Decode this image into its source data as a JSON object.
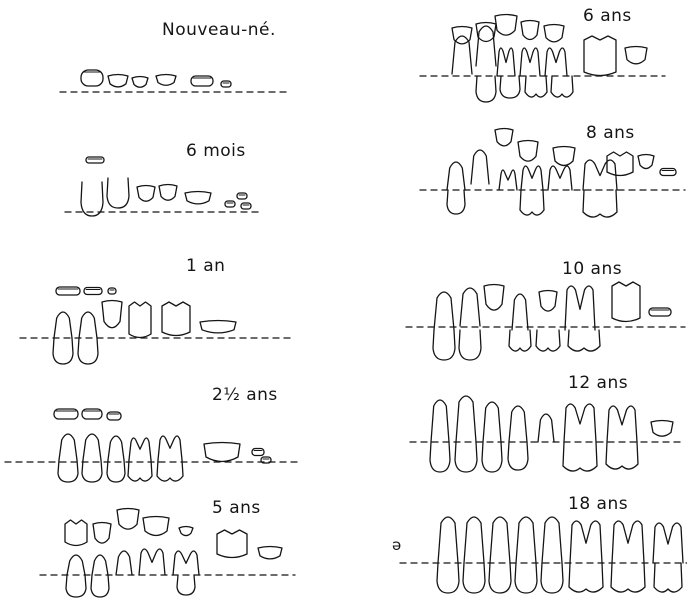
{
  "figure": {
    "panels": [
      {
        "id": "p0",
        "age": "Nouveau-né."
      },
      {
        "id": "p1",
        "age": "6 mois"
      },
      {
        "id": "p2",
        "age": "1 an"
      },
      {
        "id": "p3",
        "age": "2½ ans"
      },
      {
        "id": "p4",
        "age": "5 ans"
      },
      {
        "id": "p5",
        "age": "6 ans"
      },
      {
        "id": "p6",
        "age": "8 ans"
      },
      {
        "id": "p7",
        "age": "10 ans"
      },
      {
        "id": "p8",
        "age": "12 ans"
      },
      {
        "id": "p9",
        "age": "18 ans"
      }
    ],
    "edge_fragment": "ə"
  },
  "colors": {
    "ink": "#151515",
    "paper": "#ffffff"
  }
}
